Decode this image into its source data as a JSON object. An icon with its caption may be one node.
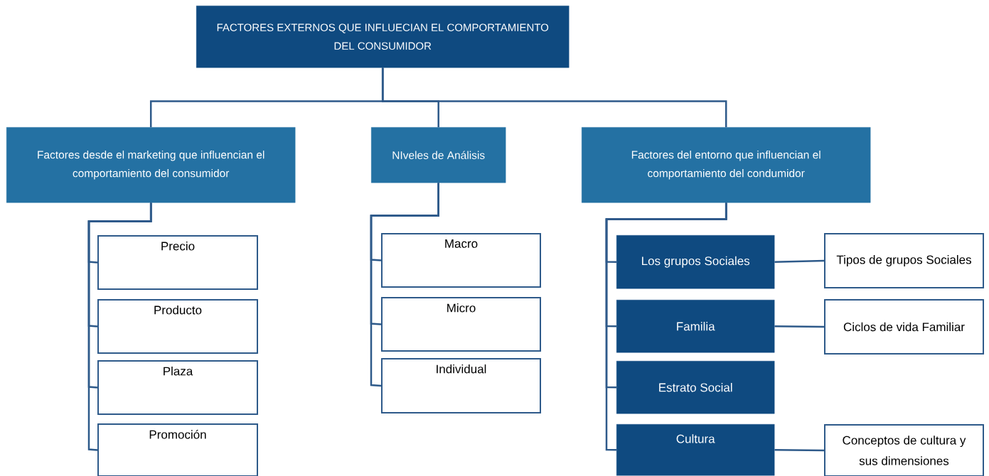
{
  "diagram": {
    "nodes": [
      {
        "text": [
          "FACTORES EXTERNOS QUE INFLUECIAN EL COMPORTAMIENTO DEL CONSUMIDOR"
        ]
      },
      {
        "text": [
          "Factores desde el marketing que influencian el comportamiento del consumidor"
        ]
      },
      {
        "text": [
          "NIveles de Análisis"
        ]
      },
      {
        "text": [
          "Factores del entorno que influencian el comportamiento del condumidor"
        ]
      },
      {
        "text": [
          "Precio"
        ]
      },
      {
        "text": [
          "Producto"
        ]
      },
      {
        "text": [
          "Plaza"
        ]
      },
      {
        "text": [
          "Promoción"
        ]
      },
      {
        "text": [
          "Macro"
        ]
      },
      {
        "text": [
          "Micro"
        ]
      },
      {
        "text": [
          "Individual"
        ]
      },
      {
        "text": [
          "Los grupos Sociales"
        ]
      },
      {
        "text": [
          "Familia"
        ]
      },
      {
        "text": [
          "Estrato Social"
        ]
      },
      {
        "text": [
          "Cultura"
        ]
      },
      {
        "text": [
          "Tipos de grupos Sociales"
        ]
      },
      {
        "text": [
          "Ciclos de vida Familiar"
        ]
      },
      {
        "text": [
          "Conceptos de cultura y sus dimensiones"
        ]
      }
    ],
    "edges": [
      {
        "from": 0,
        "to": 1,
        "arrow": "none"
      },
      {
        "from": 0,
        "to": 2,
        "arrow": "none"
      },
      {
        "from": 0,
        "to": 3,
        "arrow": "none"
      },
      {
        "from": 1,
        "to": 4,
        "arrow": "none"
      },
      {
        "from": 1,
        "to": 5,
        "arrow": "none"
      },
      {
        "from": 1,
        "to": 6,
        "arrow": "none"
      },
      {
        "from": 1,
        "to": 7,
        "arrow": "none"
      },
      {
        "from": 2,
        "to": 8,
        "arrow": "none"
      },
      {
        "from": 2,
        "to": 9,
        "arrow": "none"
      },
      {
        "from": 2,
        "to": 10,
        "arrow": "none"
      },
      {
        "from": 3,
        "to": 11,
        "arrow": "none"
      },
      {
        "from": 3,
        "to": 12,
        "arrow": "none"
      },
      {
        "from": 3,
        "to": 13,
        "arrow": "none"
      },
      {
        "from": 3,
        "to": 14,
        "arrow": "none"
      },
      {
        "from": 11,
        "to": 15,
        "arrow": "none"
      },
      {
        "from": 12,
        "to": 16,
        "arrow": "none"
      },
      {
        "from": 14,
        "to": 17,
        "arrow": "none"
      }
    ]
  }
}
